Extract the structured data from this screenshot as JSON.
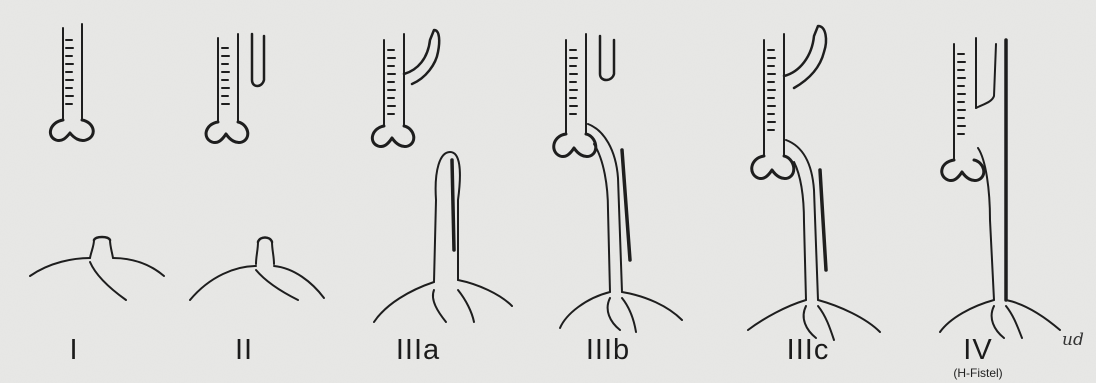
{
  "diagram": {
    "types": [
      {
        "label": "I"
      },
      {
        "label": "II"
      },
      {
        "label": "IIIa"
      },
      {
        "label": "IIIb"
      },
      {
        "label": "IIIc"
      },
      {
        "label": "IV",
        "sublabel": "(H-Fistel)"
      }
    ],
    "signature": "ud"
  }
}
